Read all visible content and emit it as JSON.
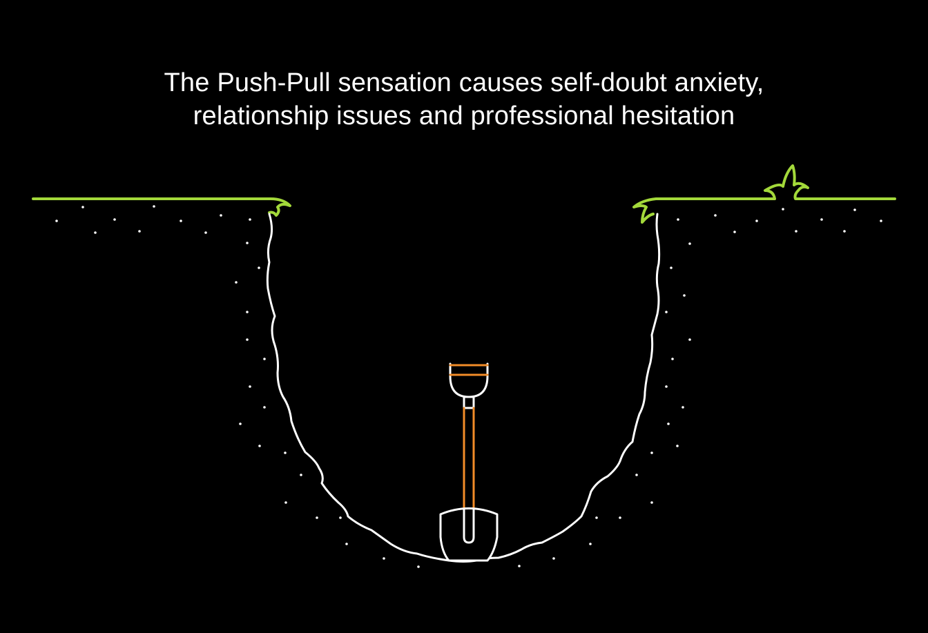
{
  "caption": {
    "line1": "The Push-Pull sensation causes self-doubt anxiety,",
    "line2": "relationship issues and professional hesitation"
  },
  "colors": {
    "background": "#000000",
    "text": "#ffffff",
    "grass": "#a3d93a",
    "outline": "#ffffff",
    "shovel_handle": "#f28c28"
  },
  "illustration": {
    "subject": "hole dug in the ground with a shovel standing at the bottom",
    "icons": [
      "grass-icon",
      "shovel-icon"
    ]
  }
}
